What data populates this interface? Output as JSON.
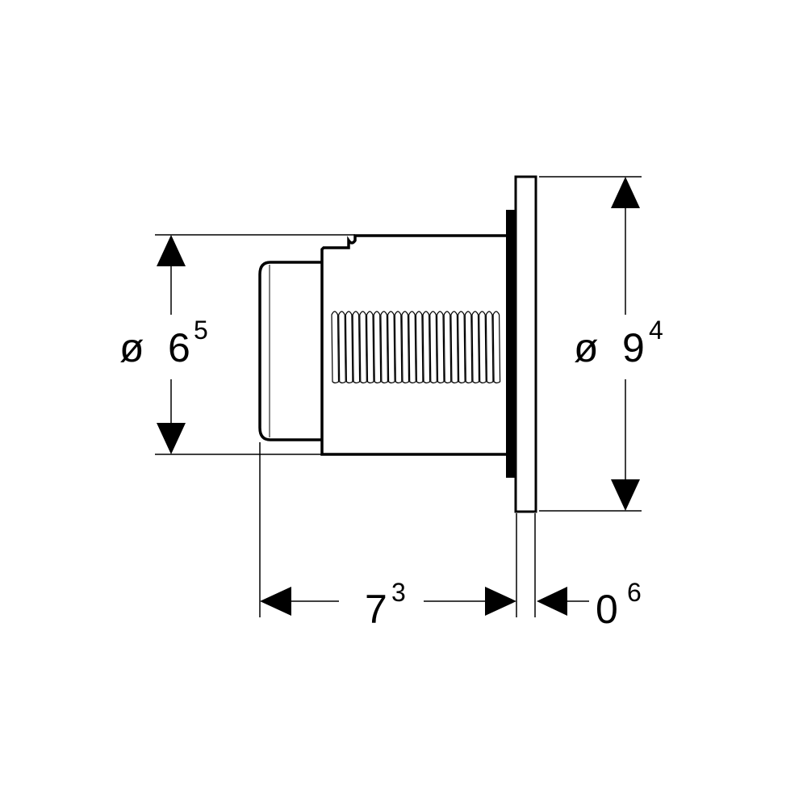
{
  "dimensions": {
    "small_diameter": {
      "prefix": "ø",
      "main": "6",
      "sup": "5"
    },
    "large_diameter": {
      "prefix": "ø",
      "main": "9",
      "sup": "4"
    },
    "depth": {
      "main": "7",
      "sup": "3"
    },
    "plate_thickness": {
      "main": "0",
      "sup": "6"
    }
  },
  "colors": {
    "line": "#000000",
    "background": "#ffffff"
  }
}
